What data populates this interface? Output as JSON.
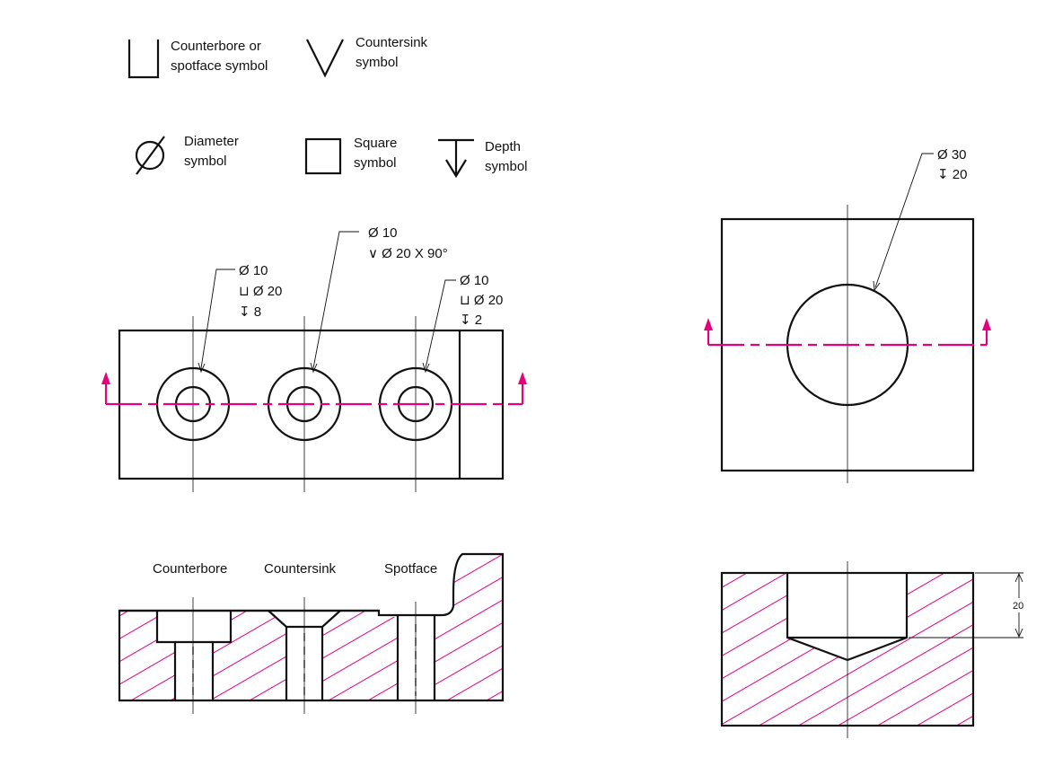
{
  "colors": {
    "line": "#111111",
    "cutting_plane": "#e6007e",
    "hatch": "#e6007e"
  },
  "legend": {
    "counterbore": [
      "Counterbore or",
      "spotface symbol"
    ],
    "countersink": [
      "Countersink",
      "symbol"
    ],
    "diameter": [
      "Diameter",
      "symbol"
    ],
    "square": [
      "Square",
      "symbol"
    ],
    "depth": [
      "Depth",
      "symbol"
    ]
  },
  "callouts": {
    "counterbore": [
      "Ø 10",
      "⊔ Ø 20",
      "↧ 8"
    ],
    "countersink": [
      "Ø 10",
      "∨ Ø 20 X 90°"
    ],
    "spotface": [
      "Ø 10",
      "⊔ Ø 20",
      "↧ 2"
    ],
    "blind_hole": [
      "Ø 30",
      "↧ 20"
    ]
  },
  "section_labels": {
    "counterbore": "Counterbore",
    "countersink": "Countersink",
    "spotface": "Spotface"
  },
  "dimension": {
    "depth_value": "20"
  }
}
